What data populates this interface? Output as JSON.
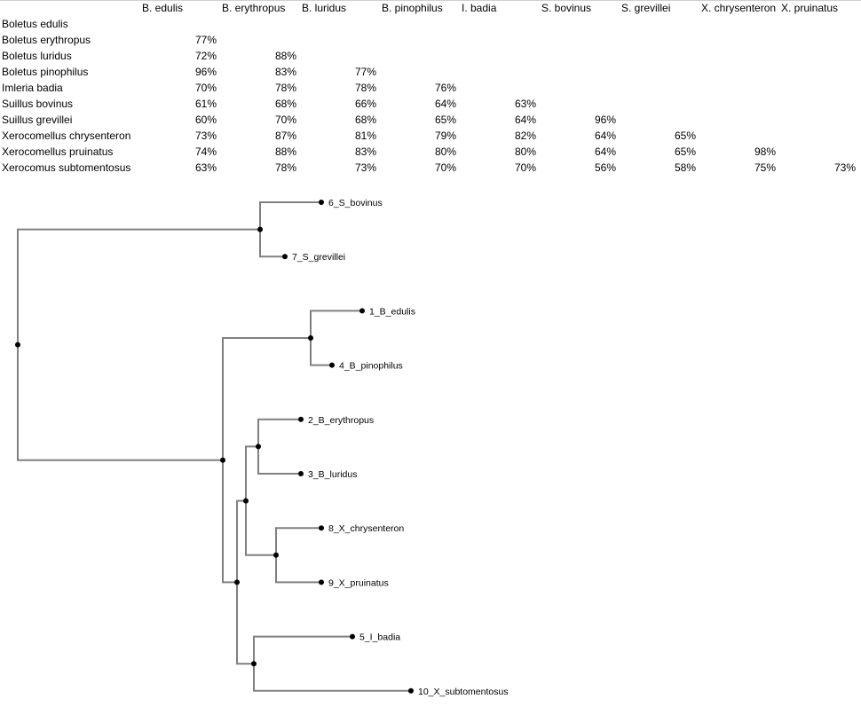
{
  "similarity_matrix": {
    "column_headers": [
      "B. edulis",
      "B. erythropus",
      "B. luridus",
      "B. pinophilus",
      "I. badia",
      "S. bovinus",
      "S. grevillei",
      "X. chrysenteron",
      "X. pruinatus"
    ],
    "rows": [
      {
        "label": "Boletus edulis",
        "values": []
      },
      {
        "label": "Boletus erythropus",
        "values": [
          "77%"
        ]
      },
      {
        "label": "Boletus luridus",
        "values": [
          "72%",
          "88%"
        ]
      },
      {
        "label": "Boletus pinophilus",
        "values": [
          "96%",
          "83%",
          "77%"
        ]
      },
      {
        "label": "Imleria badia",
        "values": [
          "70%",
          "78%",
          "78%",
          "76%"
        ]
      },
      {
        "label": "Suillus bovinus",
        "values": [
          "61%",
          "68%",
          "66%",
          "64%",
          "63%"
        ]
      },
      {
        "label": "Suillus grevillei",
        "values": [
          "60%",
          "70%",
          "68%",
          "65%",
          "64%",
          "96%"
        ]
      },
      {
        "label": "Xerocomellus chrysenteron",
        "values": [
          "73%",
          "87%",
          "81%",
          "79%",
          "82%",
          "64%",
          "65%"
        ]
      },
      {
        "label": "Xerocomellus pruinatus",
        "values": [
          "74%",
          "88%",
          "83%",
          "80%",
          "80%",
          "64%",
          "65%",
          "98%"
        ]
      },
      {
        "label": "Xerocomus subtomentosus",
        "values": [
          "63%",
          "78%",
          "73%",
          "70%",
          "70%",
          "56%",
          "58%",
          "75%",
          "73%"
        ]
      }
    ]
  },
  "dendrogram": {
    "branch_color": "#808080",
    "node_color": "#000000",
    "leaf_order": [
      "6_S_bovinus",
      "7_S_grevillei",
      "1_B_edulis",
      "4_B_pinophilus",
      "2_B_erythropus",
      "3_B_luridus",
      "8_X_chrysenteron",
      "9_X_pruinatus",
      "5_I_badia",
      "10_X_subtomentosus"
    ],
    "tree": {
      "children": [
        {
          "children": [
            {
              "leaf": "6_S_bovinus"
            },
            {
              "leaf": "7_S_grevillei"
            }
          ]
        },
        {
          "children": [
            {
              "children": [
                {
                  "leaf": "1_B_edulis"
                },
                {
                  "leaf": "4_B_pinophilus"
                }
              ]
            },
            {
              "children": [
                {
                  "children": [
                    {
                      "children": [
                        {
                          "leaf": "2_B_erythropus"
                        },
                        {
                          "leaf": "3_B_luridus"
                        }
                      ]
                    },
                    {
                      "children": [
                        {
                          "leaf": "8_X_chrysenteron"
                        },
                        {
                          "leaf": "9_X_pruinatus"
                        }
                      ]
                    }
                  ]
                },
                {
                  "children": [
                    {
                      "leaf": "5_I_badia"
                    },
                    {
                      "leaf": "10_X_subtomentosus"
                    }
                  ]
                }
              ]
            }
          ]
        }
      ]
    }
  }
}
